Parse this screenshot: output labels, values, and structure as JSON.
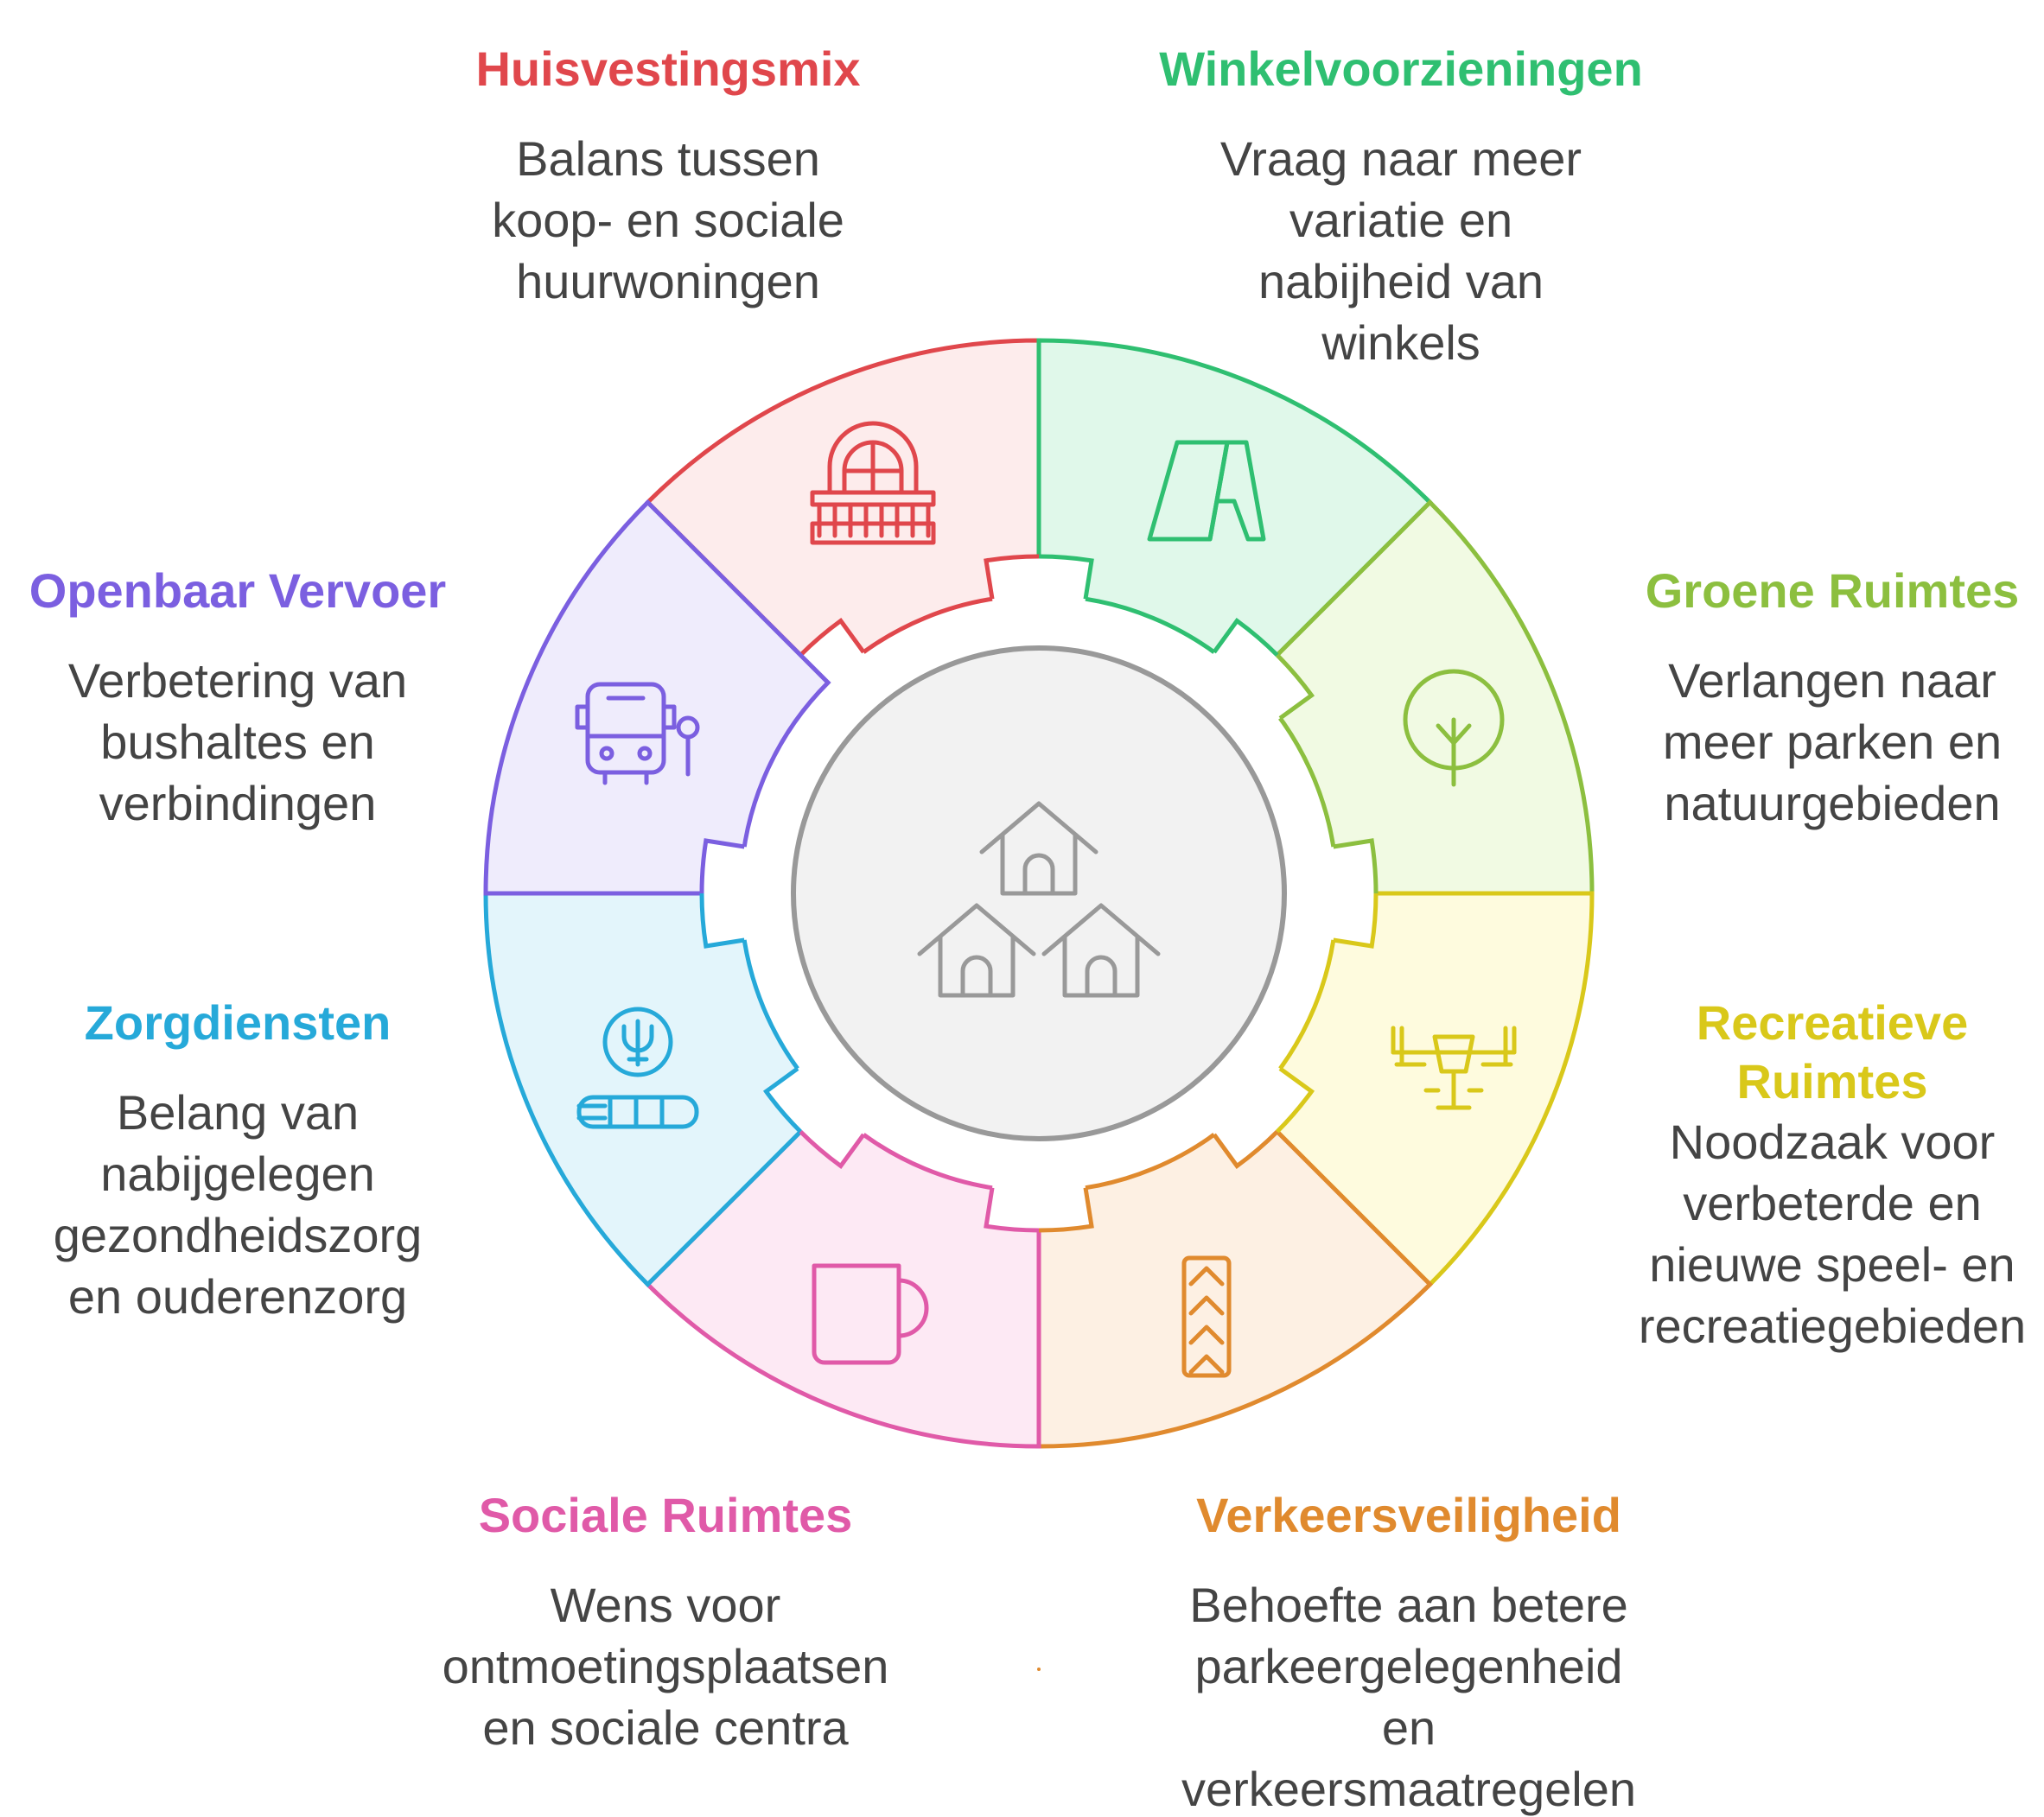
{
  "colors": {
    "huisvestingsmix": "#e0474c",
    "winkelvoorzieningen": "#2fbf71",
    "groene_ruimtes": "#8cbf3f",
    "recreatieve_ruimtes": "#d9c81a",
    "verkeersveiligheid": "#e08a2e",
    "sociale_ruimtes": "#e05aa8",
    "zorgdiensten": "#26a9d9",
    "openbaar_vervoer": "#7b5fe0",
    "hub_fill": "#f2f2f2",
    "hub_stroke": "#999999",
    "text": "#444444"
  },
  "fills": {
    "huisvestingsmix": "#fdecec",
    "winkelvoorzieningen": "#e0f8ea",
    "groene_ruimtes": "#f1fae3",
    "recreatieve_ruimtes": "#fefbde",
    "verkeersveiligheid": "#fdf0e3",
    "sociale_ruimtes": "#fde9f4",
    "zorgdiensten": "#e3f5fb",
    "openbaar_vervoer": "#efecfc"
  },
  "categories": {
    "huisvestingsmix": {
      "title": "Huisvestingsmix",
      "description": "Balans tussen\nkoop- en sociale\nhuurwoningen",
      "icon": "house-balcony-icon"
    },
    "winkelvoorzieningen": {
      "title": "Winkelvoorzieningen",
      "description": "Vraag naar meer\nvariatie en\nnabijheid van\nwinkels",
      "icon": "shop-sign-icon"
    },
    "groene_ruimtes": {
      "title": "Groene Ruimtes",
      "description": "Verlangen naar\nmeer parken en\nnatuurgebieden",
      "icon": "tree-icon"
    },
    "recreatieve_ruimtes": {
      "title": "Recreatieve\nRuimtes",
      "description": "Noodzaak voor\nverbeterde en\nnieuwe speel- en\nrecreatiegebieden",
      "icon": "seesaw-icon"
    },
    "verkeersveiligheid": {
      "title": "Verkeersveiligheid",
      "description": "Behoefte aan betere\nparkeergelegenheid\nen\nverkeersmaatregelen",
      "icon": "road-chevrons-icon"
    },
    "sociale_ruimtes": {
      "title": "Sociale Ruimtes",
      "description": "Wens voor\nontmoetingsplaatsen\nen sociale centra",
      "icon": "mug-icon"
    },
    "zorgdiensten": {
      "title": "Zorgdiensten",
      "description": "Belang van\nnabijgelegen\ngezondheidszorg\nen ouderenzorg",
      "icon": "psi-bed-icon"
    },
    "openbaar_vervoer": {
      "title": "Openbaar Vervoer",
      "description": "Verbetering van\nbushaltes en\nverbindingen",
      "icon": "bus-stop-icon"
    }
  },
  "hub": {
    "icon": "houses-icon"
  }
}
